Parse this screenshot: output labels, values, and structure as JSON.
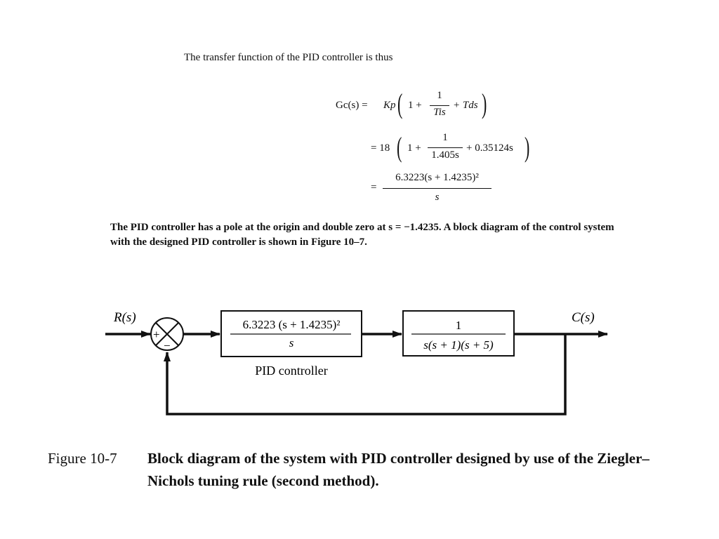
{
  "intro_text": "The transfer function of the PID controller is thus",
  "equations": {
    "line1_lhs": "Gc(s) =",
    "line1_k": "Kp",
    "line1_one": "1 +",
    "line1_num": "1",
    "line1_den": "Tis",
    "line1_tail": "+ Tds",
    "line2_lhs": "= 18",
    "line2_one": "1 +",
    "line2_num": "1",
    "line2_den": "1.405s",
    "line2_tail": "+ 0.35124s",
    "line3_lhs": "=",
    "line3_num": "6.3223(s + 1.4235)²",
    "line3_den": "s"
  },
  "paragraph": "The PID controller has a pole at the origin and double zero at s = −1.4235. A block diagram of the control system with the designed PID controller is shown in Figure 10–7.",
  "diagram": {
    "input_label": "R(s)",
    "output_label": "C(s)",
    "summing_plus": "+",
    "summing_minus": "−",
    "pid_numerator": "6.3223 (s + 1.4235)²",
    "pid_denominator": "s",
    "pid_label": "PID controller",
    "plant_numerator": "1",
    "plant_denominator": "s(s + 1)(s + 5)"
  },
  "caption": {
    "number": "Figure 10-7",
    "text": "Block diagram of the system with PID controller designed by use of the Ziegler–Nichols tuning rule (second method)."
  }
}
